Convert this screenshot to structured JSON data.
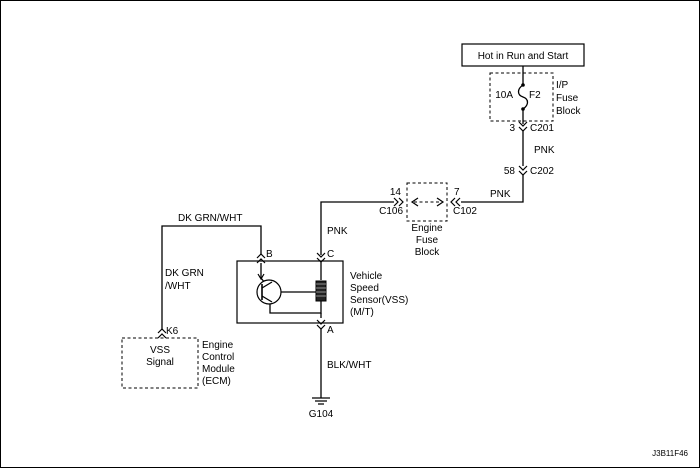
{
  "power_source": {
    "label": "Hot in Run and Start"
  },
  "ip_fuse_block": {
    "rating": "10A",
    "fuse_id": "F2",
    "name_lines": [
      "I/P",
      "Fuse",
      "Block"
    ]
  },
  "connectors": {
    "c201": {
      "pin": "3",
      "name": "C201"
    },
    "c202": {
      "pin": "58",
      "name": "C202"
    },
    "c106": {
      "pin": "14",
      "name": "C106"
    },
    "c102": {
      "pin": "7",
      "name": "C102"
    },
    "vss_b": {
      "pin": "B"
    },
    "vss_c": {
      "pin": "C"
    },
    "vss_a": {
      "pin": "A"
    },
    "ecm_k6": {
      "pin": "K6"
    }
  },
  "wires": {
    "pnk_upper": "PNK",
    "pnk_middle": "PNK",
    "pnk_lower": "PNK",
    "dk_grn_wht_top": "DK GRN/WHT",
    "dk_grn_wht_side_lines": [
      "DK GRN",
      "/WHT"
    ],
    "blk_wht": "BLK/WHT"
  },
  "engine_fuse_block": {
    "name_lines": [
      "Engine",
      "Fuse",
      "Block"
    ]
  },
  "vss": {
    "name_lines": [
      "Vehicle",
      "Speed",
      "Sensor(VSS)",
      "(M/T)"
    ]
  },
  "ecm": {
    "signal_lines": [
      "VSS",
      "Signal"
    ],
    "name_lines": [
      "Engine",
      "Control",
      "Module",
      "(ECM)"
    ]
  },
  "ground": {
    "label": "G104"
  },
  "figure_code": "J3B11F46"
}
